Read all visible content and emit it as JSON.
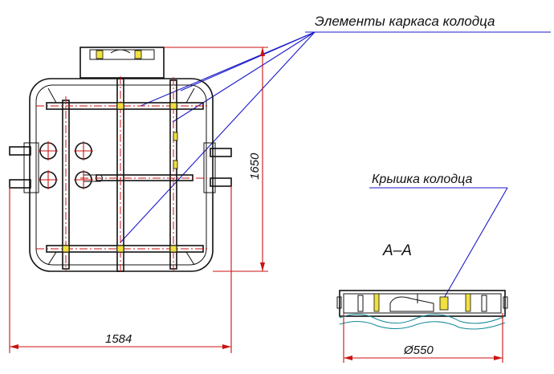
{
  "labels": {
    "frame_elements": "Элементы каркаса колодца",
    "cover": "Крышка колодца",
    "section": "A–A"
  },
  "dimensions": {
    "width": "1584",
    "height": "1650",
    "diameter": "Ø550"
  },
  "colors": {
    "outline": "#111111",
    "dimension_lines": "#cc1111",
    "leader_lines": "#1a1acc",
    "highlight": "#f0e040",
    "water": "#118899"
  }
}
